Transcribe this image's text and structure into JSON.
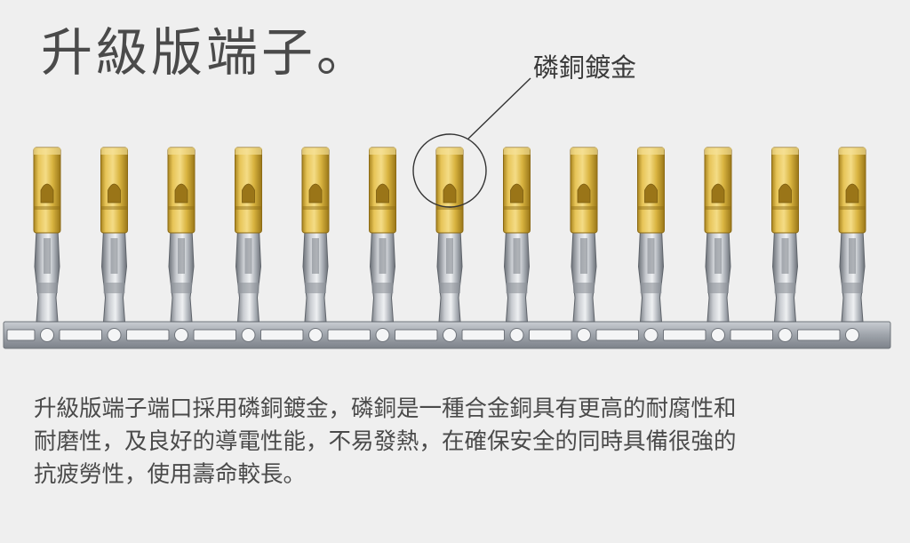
{
  "title": "升級版端子。",
  "callout": {
    "label": "磷銅鍍金"
  },
  "description": {
    "lines": [
      "升級版端子端口採用磷銅鍍金，磷銅是一種合金銅具有更高的耐腐性和",
      "耐磨性，及良好的導電性能，不易發熱，在確保安全的同時具備很強的",
      "抗疲勞性，使用壽命較長。"
    ]
  },
  "colors": {
    "background": "#efefef",
    "gold": "#d9b440",
    "steel": "#a7acb3"
  },
  "terminal_count": 13
}
